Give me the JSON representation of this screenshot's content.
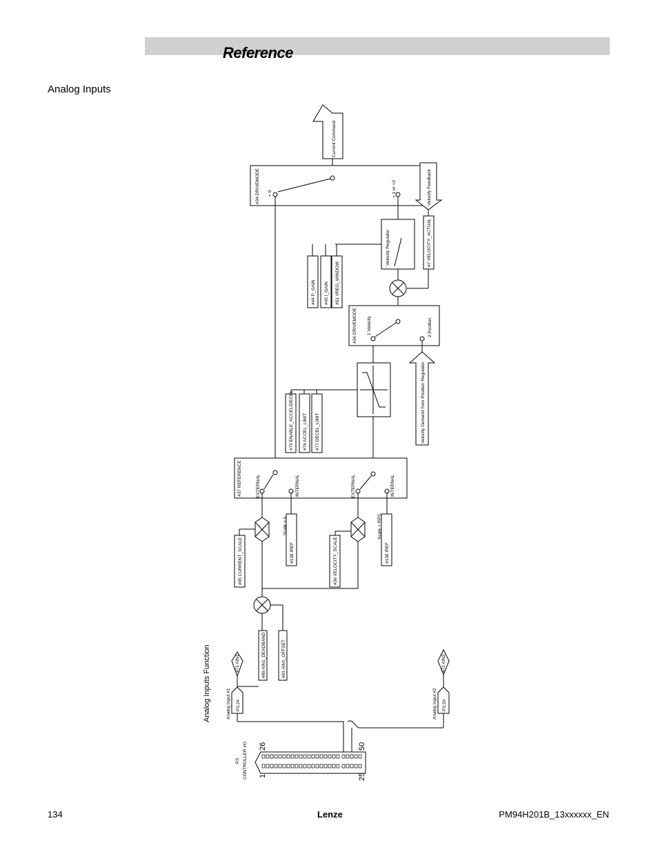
{
  "header": {
    "title": "Reference"
  },
  "section": {
    "heading": "Analog Inputs"
  },
  "footer": {
    "page_number": "134",
    "brand": "Lenze",
    "document_id": "PM94H201B_13xxxxxx_EN"
  },
  "diagram": {
    "caption": "Analog Inputs Function",
    "output_current_command": "Current Command",
    "drivemode_top": {
      "title": "#34 DRIVEMODE",
      "pos_zero": "= 0",
      "pos_one_two": "= 1 or =2"
    },
    "velocity_feedback": "Velocity Feedback",
    "velocity_regulator": "Velocity Regulator",
    "velocity_actual": "#7 VELOCITY_ACTUAL",
    "params_gain": [
      "#44 P_GAIN",
      "#45 I_GAIN",
      "#51 VREG_WINDOW"
    ],
    "drivemode_mid": {
      "title": "#34 DRIVEMODE",
      "velocity": "1 Velocity",
      "position": "2 Position"
    },
    "velocity_demand": "Velocity Demand from Position Regulator",
    "params_ramp": [
      "#75 ENABLE_ACCEL/DECEL",
      "#76 ACCEL_LIMIT",
      "#77 DECEL_LIMIT"
    ],
    "reference_box": {
      "title": "#37 REFERENCE",
      "external_1": "EXTERNAL",
      "internal_1": "INTERNAL",
      "external_2": "EXTERNAL",
      "internal_2": "INTERNAL"
    },
    "scale_a": "Scale = A",
    "scale_rps": "Scale = RPS",
    "iref_1": "#138 IREF",
    "iref_2": "#138 IREF",
    "current_scale": "#95 CURRENT_SCALE",
    "velocity_scale": "#36 VELOCITY_SCALE",
    "ain1": "#71 AIN1",
    "ain2": "#72 AIN2",
    "ain1_deadband": "#89 AIN1_DEADBAND",
    "ain1_offset": "#91 AIN1_OFFSET",
    "analog_input_1": "Analog Input #1",
    "analog_input_2": "Analog Input #2",
    "pin_p3_24": "P3.24",
    "pin_p3_20": "P3.20",
    "connector_p3": "P3",
    "connector_name": "CONTROLLER I/O",
    "pin_1": "1",
    "pin_25": "25",
    "pin_26": "26",
    "pin_50": "50"
  }
}
